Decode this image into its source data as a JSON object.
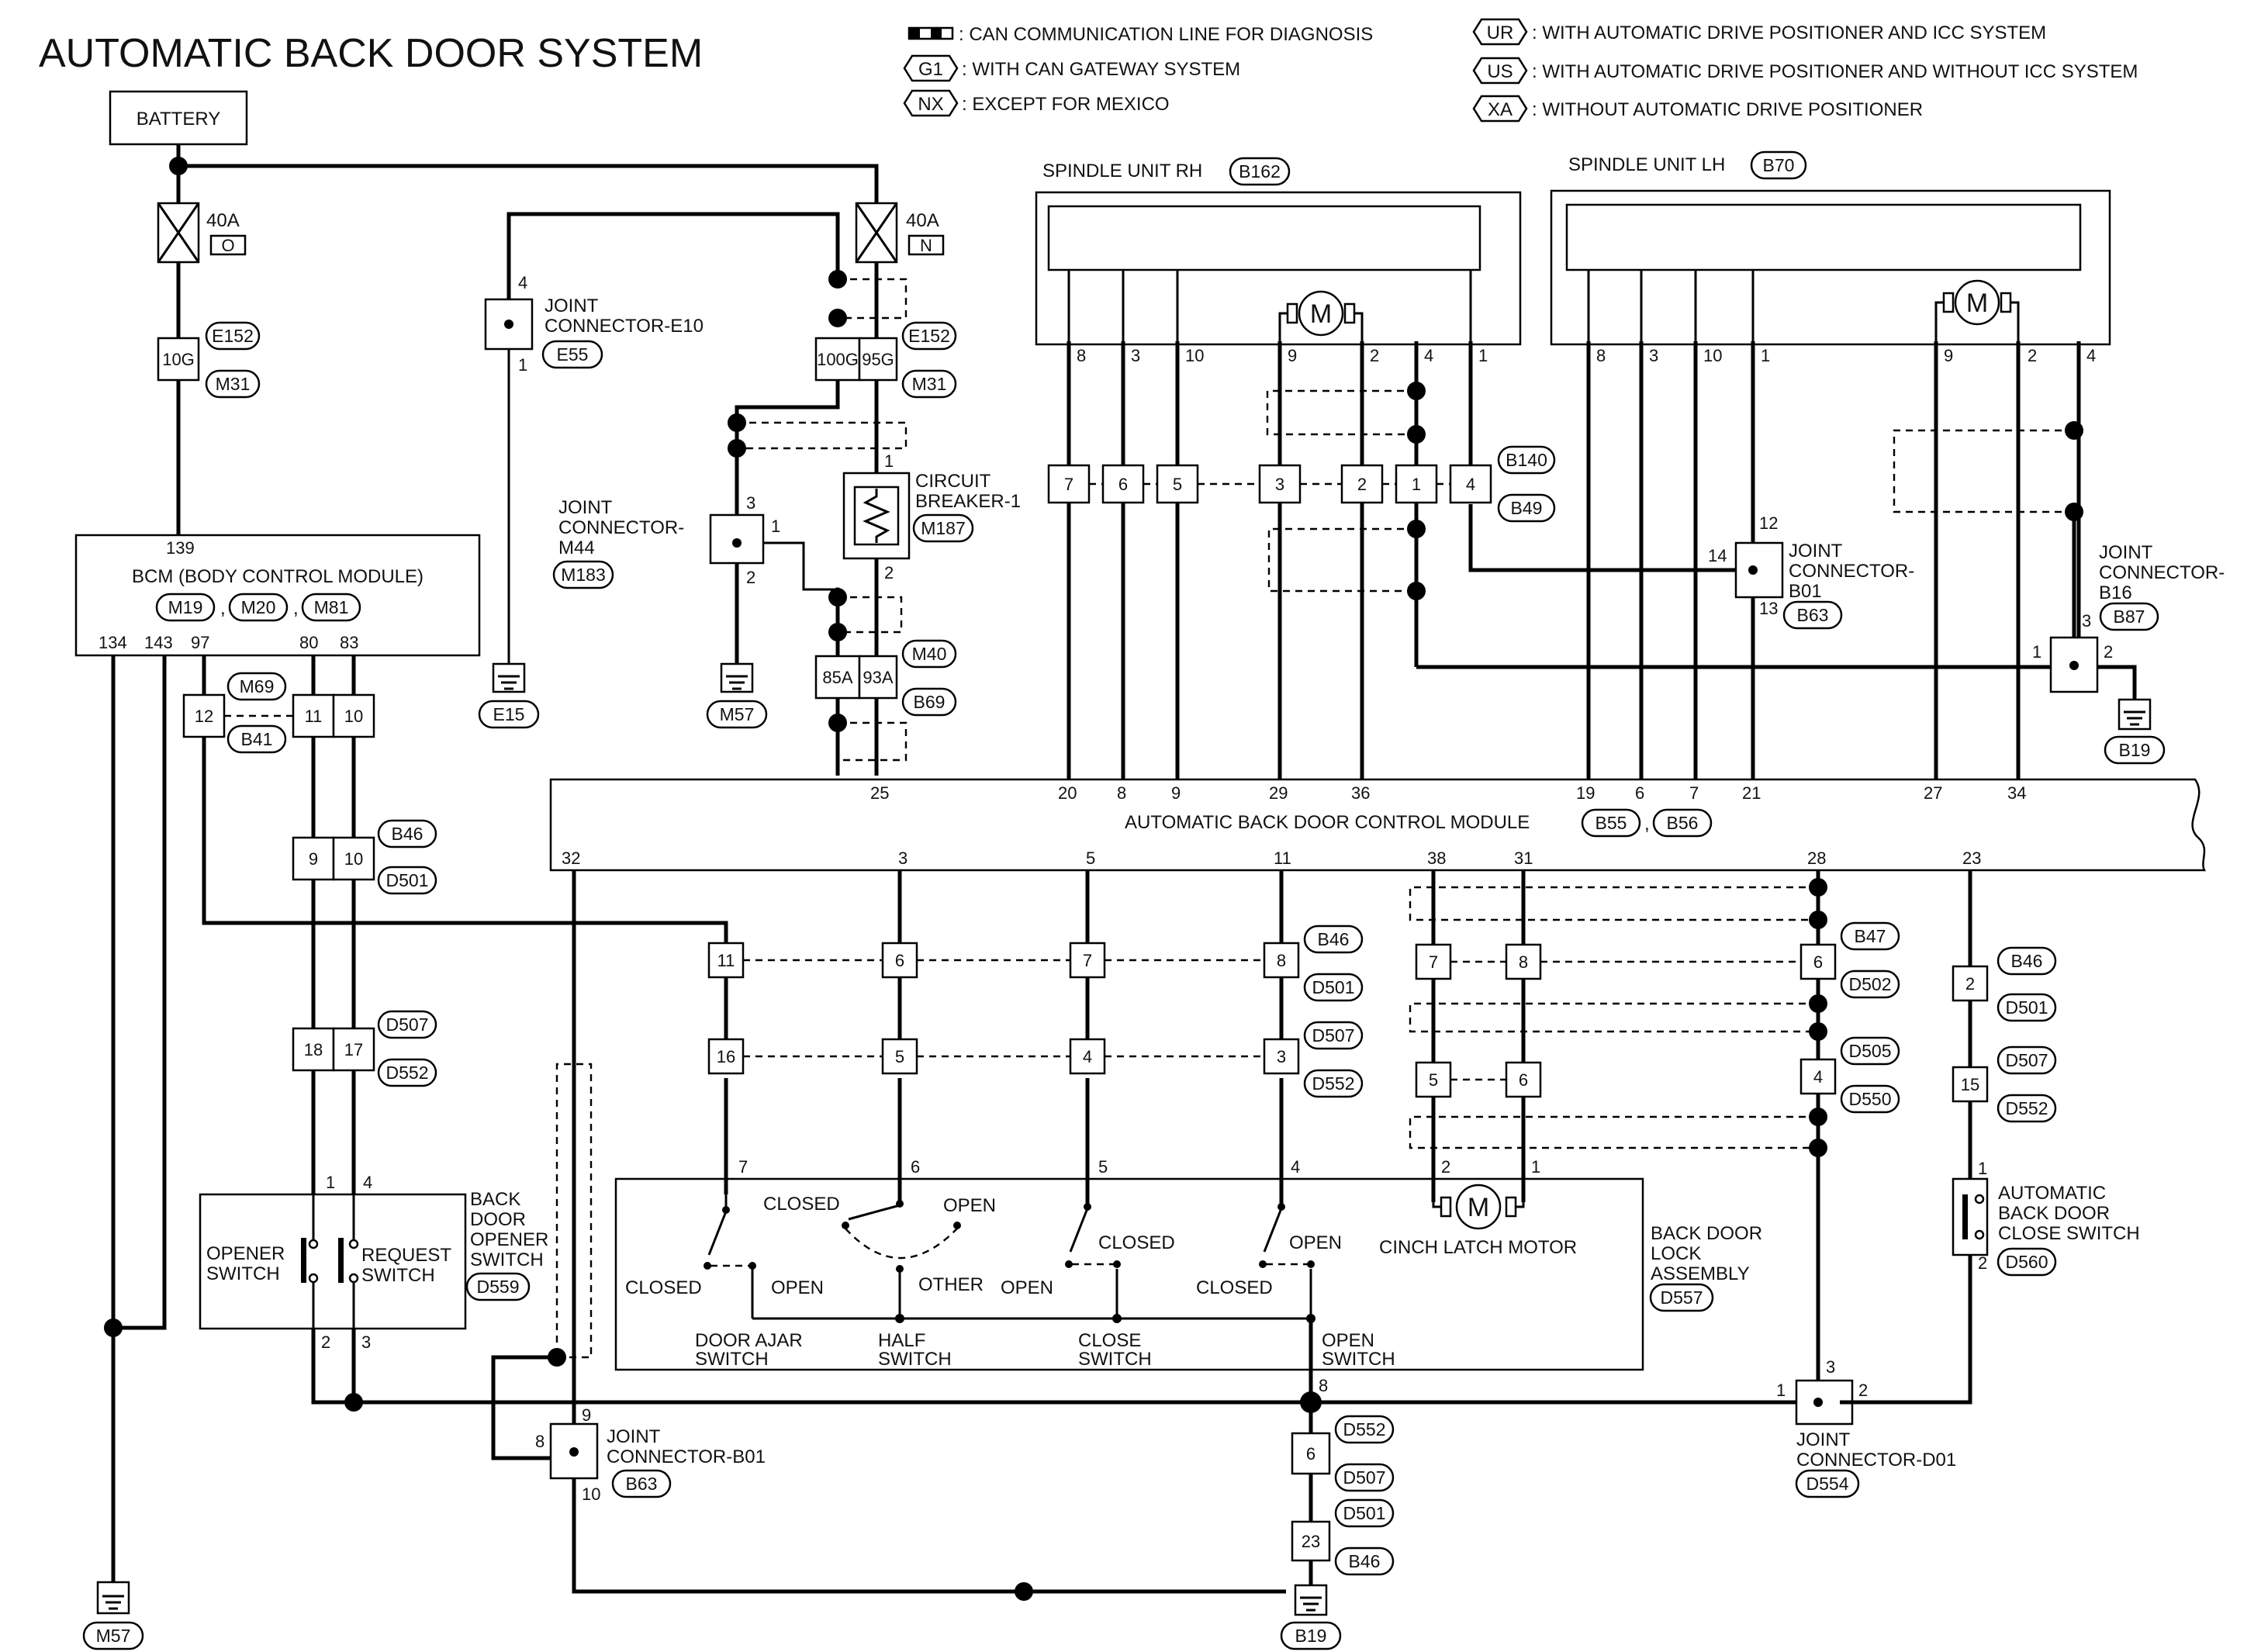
{
  "title": "AUTOMATIC BACK DOOR SYSTEM",
  "legend": {
    "can_line": ": CAN COMMUNICATION LINE FOR DIAGNOSIS",
    "g1_code": "G1",
    "g1_text": ": WITH CAN GATEWAY SYSTEM",
    "nx_code": "NX",
    "nx_text": ": EXCEPT FOR MEXICO",
    "ur_code": "UR",
    "ur_text": ": WITH AUTOMATIC DRIVE POSITIONER AND ICC SYSTEM",
    "us_code": "US",
    "us_text": ": WITH AUTOMATIC DRIVE POSITIONER AND WITHOUT ICC SYSTEM",
    "xa_code": "XA",
    "xa_text": ": WITHOUT AUTOMATIC DRIVE POSITIONER"
  },
  "components": {
    "battery": "BATTERY",
    "fuse_o_amp": "40A",
    "fuse_o_id": "O",
    "fuse_n_amp": "40A",
    "fuse_n_id": "N",
    "jc_e10_l1": "JOINT",
    "jc_e10_l2": "CONNECTOR-E10",
    "jc_m44_l1": "JOINT",
    "jc_m44_l2": "CONNECTOR-",
    "jc_m44_l3": "M44",
    "cb_l1": "CIRCUIT",
    "cb_l2": "BREAKER-1",
    "bcm_name": "BCM (BODY CONTROL MODULE)",
    "spindle_rh": "SPINDLE UNIT RH",
    "spindle_lh": "SPINDLE UNIT LH",
    "motor": "M",
    "jc_b01_top_l1": "JOINT",
    "jc_b01_top_l2": "CONNECTOR-",
    "jc_b01_top_l3": "B01",
    "jc_b16_l1": "JOINT",
    "jc_b16_l2": "CONNECTOR-",
    "jc_b16_l3": "B16",
    "abd_module": "AUTOMATIC BACK DOOR CONTROL MODULE",
    "bdo_l1": "BACK",
    "bdo_l2": "DOOR",
    "bdo_l3": "OPENER",
    "bdo_l4": "SWITCH",
    "opener_l1": "OPENER",
    "opener_l2": "SWITCH",
    "request_l1": "REQUEST",
    "request_l2": "SWITCH",
    "closed": "CLOSED",
    "open": "OPEN",
    "other": "OTHER",
    "door_ajar_l1": "DOOR AJAR",
    "door_ajar_l2": "SWITCH",
    "half_l1": "HALF",
    "half_l2": "SWITCH",
    "close_l1": "CLOSE",
    "close_l2": "SWITCH",
    "open_sw_l1": "OPEN",
    "open_sw_l2": "SWITCH",
    "cinch": "CINCH LATCH MOTOR",
    "bdl_l1": "BACK DOOR",
    "bdl_l2": "LOCK",
    "bdl_l3": "ASSEMBLY",
    "jc_b01_bot_l1": "JOINT",
    "jc_b01_bot_l2": "CONNECTOR-B01",
    "jc_d01_l1": "JOINT",
    "jc_d01_l2": "CONNECTOR-D01",
    "abdc_l1": "AUTOMATIC",
    "abdc_l2": "BACK DOOR",
    "abdc_l3": "CLOSE SWITCH"
  },
  "connectors": {
    "E152": "E152",
    "M31": "M31",
    "E55": "E55",
    "E15": "E15",
    "M57": "M57",
    "M183": "M183",
    "M187": "M187",
    "M40": "M40",
    "B69": "B69",
    "M19": "M19",
    "M20": "M20",
    "M81": "M81",
    "M69": "M69",
    "B41": "B41",
    "B46": "B46",
    "D501": "D501",
    "D507": "D507",
    "D552": "D552",
    "D559": "D559",
    "B162": "B162",
    "B70": "B70",
    "B140": "B140",
    "B49": "B49",
    "B63": "B63",
    "B87": "B87",
    "B19": "B19",
    "B55": "B55",
    "B56": "B56",
    "B47": "B47",
    "D502": "D502",
    "D505": "D505",
    "D550": "D550",
    "D557": "D557",
    "D554": "D554",
    "D560": "D560"
  },
  "pins": {
    "p10G": "10G",
    "p100G": "100G",
    "p95G": "95G",
    "p85A": "85A",
    "p93A": "93A",
    "n1": "1",
    "n2": "2",
    "n3": "3",
    "n4": "4",
    "n5": "5",
    "n6": "6",
    "n7": "7",
    "n8": "8",
    "n9": "9",
    "n10": "10",
    "n11": "11",
    "n12": "12",
    "n13": "13",
    "n14": "14",
    "n15": "15",
    "n16": "16",
    "n17": "17",
    "n18": "18",
    "n19": "19",
    "n20": "20",
    "n21": "21",
    "n23": "23",
    "n25": "25",
    "n27": "27",
    "n28": "28",
    "n29": "29",
    "n31": "31",
    "n32": "32",
    "n34": "34",
    "n36": "36",
    "n38": "38",
    "n80": "80",
    "n83": "83",
    "n97": "97",
    "n134": "134",
    "n139": "139",
    "n143": "143"
  }
}
